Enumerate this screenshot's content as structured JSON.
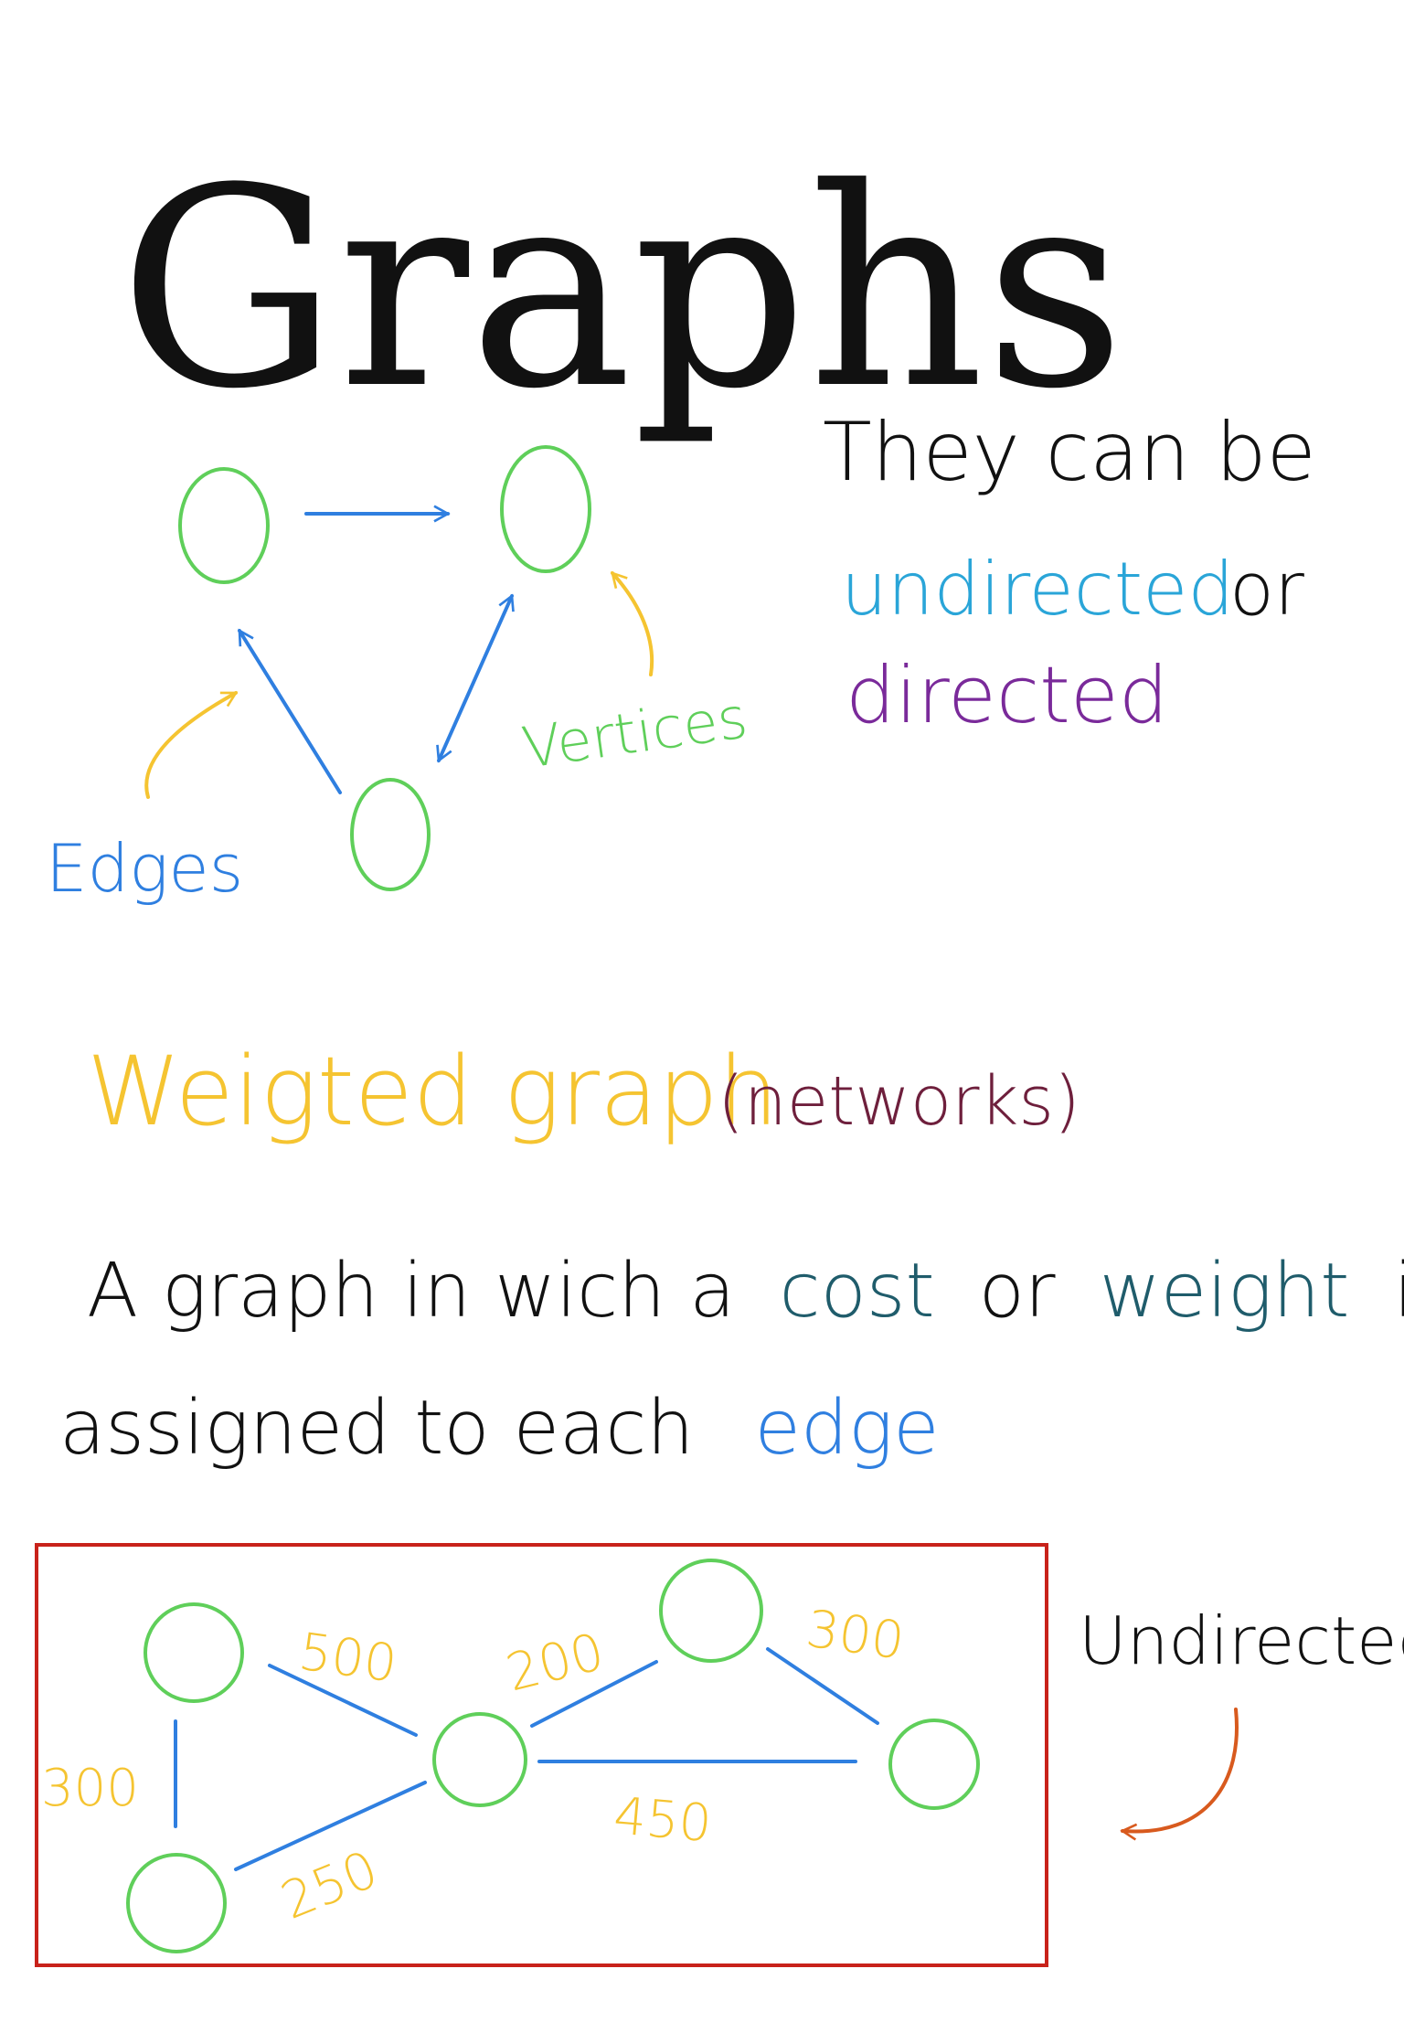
{
  "title": "Graphs",
  "notes": {
    "line1": "They can be",
    "undirected_word": "undirected",
    "or_word": "or",
    "directed_word": "directed"
  },
  "labels": {
    "edges": "Edges",
    "vertices": "Vertices"
  },
  "weighted": {
    "heading": "Weigted graph",
    "aside": "(networks)",
    "definition_1": "A graph in wich a",
    "cost": "cost",
    "or_word": "or",
    "weight": "weight",
    "is_word": "is",
    "definition_2": "assigned to each",
    "edge": "edge"
  },
  "example": {
    "label": "Undirected",
    "weights": [
      "500",
      "200",
      "300",
      "300",
      "450",
      "250"
    ]
  },
  "colors": {
    "ink": "#111111",
    "vertex": "#5fcf5a",
    "edge": "#2f7fe0",
    "annotation_yellow": "#f5c431",
    "undirected_cyan": "#2aa5d8",
    "directed_purple": "#7a2a9a",
    "networks_maroon": "#6e1f3c",
    "keyword_teal": "#1f5c6b",
    "frame_red": "#c8221a",
    "arrow_orange": "#d85a1e"
  }
}
